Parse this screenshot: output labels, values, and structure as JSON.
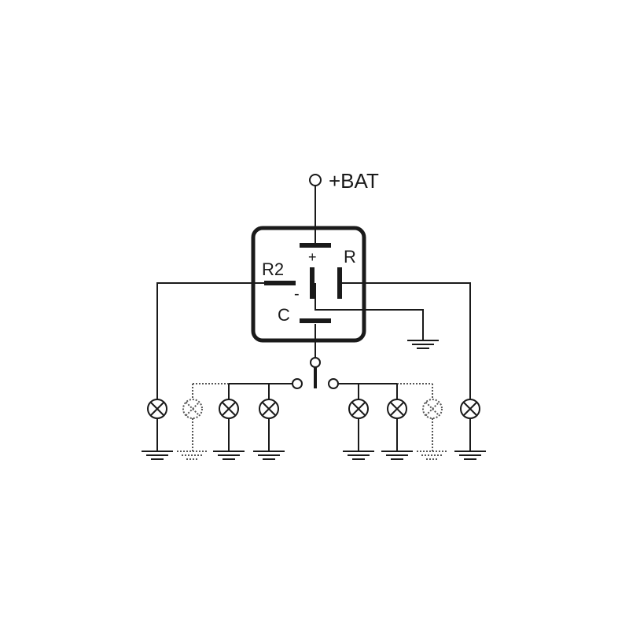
{
  "diagram": {
    "supply_label": "+BAT",
    "relay": {
      "plus_label": "+",
      "minus_label": "-",
      "r_label": "R",
      "r2_label": "R2",
      "c_label": "C"
    },
    "lamps": [
      {
        "side": "left",
        "optional": false
      },
      {
        "side": "left",
        "optional": true
      },
      {
        "side": "left",
        "optional": false
      },
      {
        "side": "left",
        "optional": false
      },
      {
        "side": "right",
        "optional": false
      },
      {
        "side": "right",
        "optional": false
      },
      {
        "side": "right",
        "optional": true
      },
      {
        "side": "right",
        "optional": false
      }
    ],
    "colors": {
      "line": "#1a1a1a",
      "optional_line": "#555555"
    }
  }
}
